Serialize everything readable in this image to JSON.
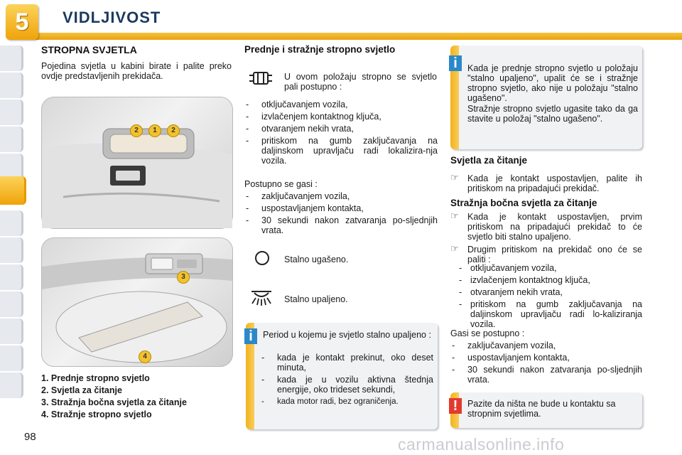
{
  "header": {
    "chapter_number": "5",
    "title": "VIDLJIVOST"
  },
  "left": {
    "heading": "STROPNA SVJETLA",
    "intro": "Pojedina svjetla u kabini birate i palite preko ovdje predstavljenih prekidača.",
    "legend": [
      "1.  Prednje stropno svjetlo",
      "2.  Svjetla za čitanje",
      "3.  Stražnja bočna svjetla za čitanje",
      "4.  Stražnje stropno svjetlo"
    ],
    "callouts": [
      "2",
      "1",
      "2",
      "3",
      "4"
    ]
  },
  "middle": {
    "heading": "Prednje i stražnje stropno svjetlo",
    "door_mode_text": "U ovom položaju stropno se svjetlo pali postupno :",
    "on_list": [
      "otključavanjem vozila,",
      "izvlačenjem kontaktnog ključa,",
      "otvaranjem nekih vrata,",
      "pritiskom na gumb zaključavanja na daljinskom upravljaču radi lokalizira-nja vozila."
    ],
    "off_intro": "Postupno se gasi :",
    "off_list": [
      "zaključavanjem vozila,",
      "uspostavljanjem kontakta,",
      "30 sekundi nakon zatvaranja po-sljednjih vrata."
    ],
    "always_off": "Stalno ugašeno.",
    "always_on": "Stalno upaljeno.",
    "note_intro": "Period u kojemu je svjetlo stalno upaljeno :",
    "note_list": [
      "kada je kontakt prekinut, oko deset minuta,",
      "kada je u vozilu aktivna štednja energije, oko trideset sekundi,",
      "kada motor radi, bez ograničenja."
    ]
  },
  "right": {
    "info_p1": "Kada je prednje stropno svjetlo u položaju \"stalno upaljeno\", upalit će se i stražnje stropno svjetlo, ako nije u položaju \"stalno ugašeno\".",
    "info_p2": "Stražnje stropno svjetlo ugasite tako da ga stavite u položaj \"stalno ugašeno\".",
    "reading_heading": "Svjetla za čitanje",
    "reading_item": "Kada je kontakt uspostavljen, palite ih pritiskom na pripadajući prekidač.",
    "rear_heading": "Stražnja bočna svjetla za čitanje",
    "rear_item1": "Kada je kontakt uspostavljen, prvim pritiskom na pripadajući prekidač to će svjetlo biti stalno upaljeno.",
    "rear_item2": "Drugim pritiskom na prekidač ono će se paliti :",
    "rear_sub": [
      "otključavanjem vozila,",
      "izvlačenjem kontaktnog ključa,",
      "otvaranjem nekih vrata,",
      "pritiskom na gumb zaključavanja na daljinskom upravljaču radi lo-kaliziranja vozila."
    ],
    "off_intro": "Gasi se postupno :",
    "off_list": [
      "zaključavanjem vozila,",
      "uspostavljanjem kontakta,",
      "30 sekundi nakon zatvaranja po-sljednjih vrata."
    ],
    "warning": "Pazite da ništa ne bude u kontaktu sa stropnim svjetlima."
  },
  "footer": {
    "page_number": "98",
    "watermark": "carmanualsonline.info"
  },
  "icons": {
    "info": "i",
    "warning": "!"
  },
  "colors": {
    "accent": "#f0a30a",
    "title": "#1a3a5e",
    "info_icon": "#2b88c9",
    "warning_icon": "#e23a2d"
  }
}
